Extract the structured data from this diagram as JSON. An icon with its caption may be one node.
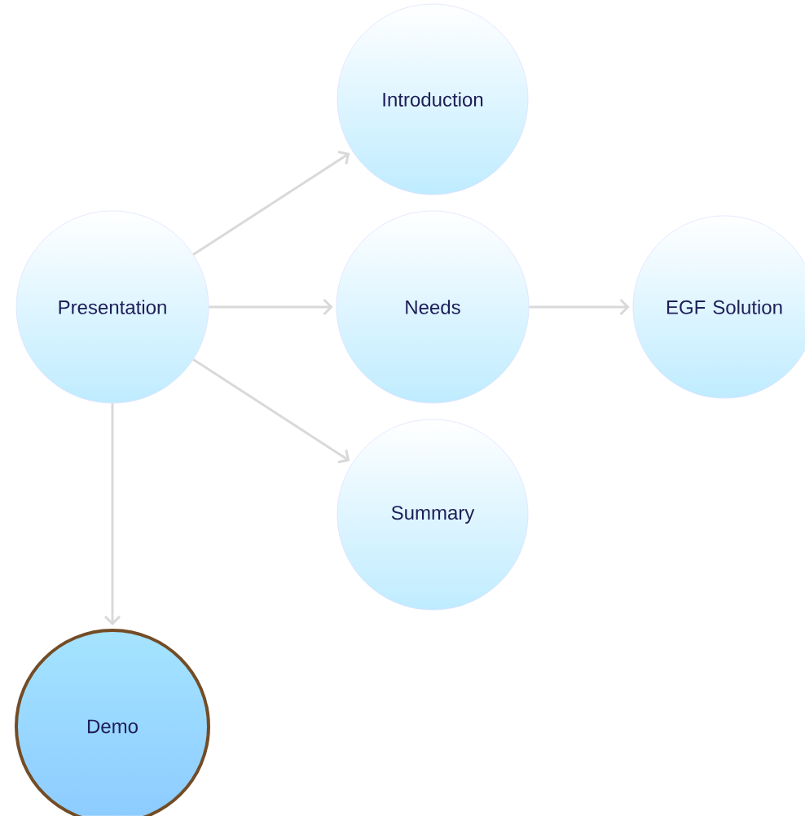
{
  "diagram": {
    "nodes": [
      {
        "text": [
          "Presentation"
        ]
      },
      {
        "text": [
          "Introduction"
        ]
      },
      {
        "text": [
          "Needs"
        ]
      },
      {
        "text": [
          "EGF Solution"
        ]
      },
      {
        "text": [
          "Summary"
        ]
      },
      {
        "text": [
          "Demo"
        ]
      }
    ],
    "edges": [
      {
        "from": 0,
        "to": 1,
        "arrow": "to"
      },
      {
        "from": 0,
        "to": 2,
        "arrow": "to"
      },
      {
        "from": 2,
        "to": 3,
        "arrow": "to"
      },
      {
        "from": 0,
        "to": 4,
        "arrow": "to"
      },
      {
        "from": 0,
        "to": 5,
        "arrow": "to"
      }
    ]
  }
}
